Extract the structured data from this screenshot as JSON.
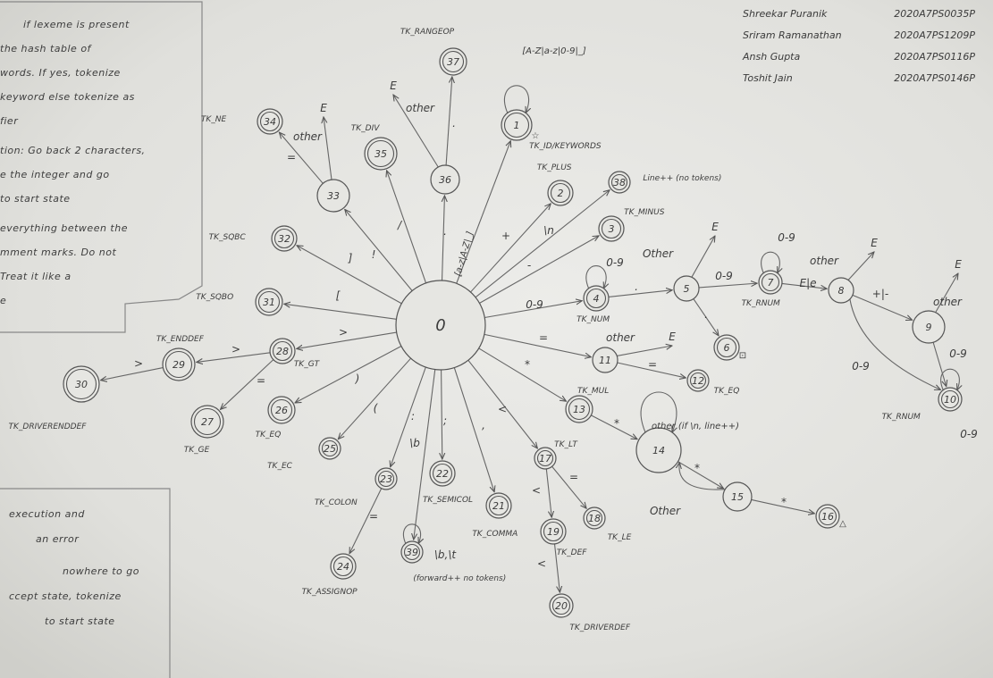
{
  "authors": [
    {
      "name": "Shreekar Puranik",
      "id": "2020A7PS0035P"
    },
    {
      "name": "Sriram Ramanathan",
      "id": "2020A7PS1209P"
    },
    {
      "name": "Ansh Gupta",
      "id": "2020A7PS0116P"
    },
    {
      "name": "Toshit Jain",
      "id": "2020A7PS0146P"
    }
  ],
  "notes_top": [
    "if lexeme is present",
    "the hash table of",
    "words. If yes, tokenize",
    "keyword else tokenize as",
    "fier",
    "",
    "tion: Go back 2 characters,",
    "e the integer and go",
    "to start state",
    "",
    "everything between the",
    "mment marks. Do not",
    "Treat it like a",
    "e"
  ],
  "notes_bottom": [
    "execution and",
    "an error",
    "",
    "nowhere to go",
    "ccept state, tokenize",
    "to start state"
  ],
  "states": [
    {
      "id": "0",
      "final": false
    },
    {
      "id": "1",
      "final": true,
      "mark": "☆",
      "token": "TK_ID/KEYWORDS"
    },
    {
      "id": "2",
      "final": true,
      "token": "TK_PLUS"
    },
    {
      "id": "3",
      "final": true,
      "token": "TK_MINUS"
    },
    {
      "id": "4",
      "final": true,
      "token": "TK_NUM"
    },
    {
      "id": "5",
      "final": false
    },
    {
      "id": "6",
      "final": true,
      "mark": "⊡"
    },
    {
      "id": "7",
      "final": true,
      "token": "TK_RNUM"
    },
    {
      "id": "8",
      "final": false
    },
    {
      "id": "9",
      "final": false
    },
    {
      "id": "10",
      "final": true,
      "token": "TK_RNUM"
    },
    {
      "id": "11",
      "final": false
    },
    {
      "id": "12",
      "final": true,
      "token": "TK_EQ"
    },
    {
      "id": "13",
      "final": true,
      "token": "TK_MUL"
    },
    {
      "id": "14",
      "final": false
    },
    {
      "id": "15",
      "final": false
    },
    {
      "id": "16",
      "final": true,
      "mark": "△"
    },
    {
      "id": "17",
      "final": true,
      "token": "TK_LT"
    },
    {
      "id": "18",
      "final": true,
      "token": "TK_LE"
    },
    {
      "id": "19",
      "final": true,
      "token": "TK_DEF"
    },
    {
      "id": "20",
      "final": true,
      "token": "TK_DRIVERDEF"
    },
    {
      "id": "21",
      "final": true,
      "token": "TK_COMMA"
    },
    {
      "id": "22",
      "final": true,
      "token": "TK_SEMICOL"
    },
    {
      "id": "23",
      "final": true,
      "token": "TK_COLON"
    },
    {
      "id": "24",
      "final": true,
      "token": "TK_ASSIGNOP"
    },
    {
      "id": "25",
      "final": true,
      "token": "TK_EC"
    },
    {
      "id": "26",
      "final": true,
      "token": "TK_EQ"
    },
    {
      "id": "27",
      "final": true,
      "token": "TK_GE"
    },
    {
      "id": "28",
      "final": true,
      "token": "TK_GT"
    },
    {
      "id": "29",
      "final": true,
      "token": "TK_ENDDEF"
    },
    {
      "id": "30",
      "final": true,
      "token": "TK_DRIVERENDDEF"
    },
    {
      "id": "31",
      "final": true,
      "token": "TK_SQBO"
    },
    {
      "id": "32",
      "final": true,
      "token": "TK_SQBC"
    },
    {
      "id": "33",
      "final": false
    },
    {
      "id": "34",
      "final": true,
      "token": "TK_NE"
    },
    {
      "id": "35",
      "final": true,
      "token": "TK_DIV"
    },
    {
      "id": "36",
      "final": false
    },
    {
      "id": "37",
      "final": true,
      "token": "TK_RANGEOP"
    },
    {
      "id": "38",
      "final": true,
      "note": "Line++ (no tokens)"
    },
    {
      "id": "39",
      "final": true,
      "note": "(forward++ no tokens)"
    }
  ],
  "edges": [
    {
      "from": "0",
      "to": "1",
      "label": "[a-z|A-Z|_]"
    },
    {
      "from": "1",
      "to": "1",
      "label": "[A-Z|a-z|0-9|_]"
    },
    {
      "from": "0",
      "to": "2",
      "label": "+"
    },
    {
      "from": "0",
      "to": "38",
      "label": "\\n"
    },
    {
      "from": "0",
      "to": "3",
      "label": "-"
    },
    {
      "from": "0",
      "to": "4",
      "label": "0-9"
    },
    {
      "from": "4",
      "to": "4",
      "label": "0-9"
    },
    {
      "from": "4",
      "to": "5",
      "label": "."
    },
    {
      "from": "5",
      "to": "E",
      "label": "Other"
    },
    {
      "from": "5",
      "to": "6",
      "label": "."
    },
    {
      "from": "5",
      "to": "7",
      "label": "0-9"
    },
    {
      "from": "7",
      "to": "7",
      "label": "0-9"
    },
    {
      "from": "7",
      "to": "8",
      "label": "E|e"
    },
    {
      "from": "8",
      "to": "E",
      "label": "other"
    },
    {
      "from": "8",
      "to": "9",
      "label": "+|-"
    },
    {
      "from": "8",
      "to": "10",
      "label": "0-9"
    },
    {
      "from": "9",
      "to": "E",
      "label": "other"
    },
    {
      "from": "9",
      "to": "10",
      "label": "0-9"
    },
    {
      "from": "10",
      "to": "10",
      "label": "0-9"
    },
    {
      "from": "0",
      "to": "11",
      "label": "="
    },
    {
      "from": "11",
      "to": "E",
      "label": "other"
    },
    {
      "from": "11",
      "to": "12",
      "label": "="
    },
    {
      "from": "0",
      "to": "13",
      "label": "*"
    },
    {
      "from": "13",
      "to": "14",
      "label": "*"
    },
    {
      "from": "14",
      "to": "14",
      "label": "other (if \\n, line++)"
    },
    {
      "from": "14",
      "to": "15",
      "label": "*"
    },
    {
      "from": "15",
      "to": "14",
      "label": "Other"
    },
    {
      "from": "15",
      "to": "16",
      "label": "*"
    },
    {
      "from": "0",
      "to": "17",
      "label": "<"
    },
    {
      "from": "17",
      "to": "18",
      "label": "="
    },
    {
      "from": "17",
      "to": "19",
      "label": "<"
    },
    {
      "from": "19",
      "to": "20",
      "label": "<"
    },
    {
      "from": "0",
      "to": "21",
      "label": ","
    },
    {
      "from": "0",
      "to": "22",
      "label": ";"
    },
    {
      "from": "0",
      "to": "39",
      "label": "\\b"
    },
    {
      "from": "39",
      "to": "39",
      "label": "\\b,\\t"
    },
    {
      "from": "0",
      "to": "23",
      "label": ":"
    },
    {
      "from": "23",
      "to": "24",
      "label": "="
    },
    {
      "from": "0",
      "to": "25",
      "label": "("
    },
    {
      "from": "0",
      "to": "26",
      "label": ")"
    },
    {
      "from": "0",
      "to": "28",
      "label": ">"
    },
    {
      "from": "28",
      "to": "27",
      "label": "="
    },
    {
      "from": "28",
      "to": "29",
      "label": ">"
    },
    {
      "from": "29",
      "to": "30",
      "label": ">"
    },
    {
      "from": "0",
      "to": "31",
      "label": "["
    },
    {
      "from": "0",
      "to": "32",
      "label": "]"
    },
    {
      "from": "0",
      "to": "33",
      "label": "!"
    },
    {
      "from": "33",
      "to": "34",
      "label": "="
    },
    {
      "from": "33",
      "to": "E",
      "label": "other"
    },
    {
      "from": "0",
      "to": "35",
      "label": "/"
    },
    {
      "from": "0",
      "to": "36",
      "label": "."
    },
    {
      "from": "36",
      "to": "37",
      "label": "."
    },
    {
      "from": "36",
      "to": "E",
      "label": "other"
    }
  ],
  "error_label": "E"
}
